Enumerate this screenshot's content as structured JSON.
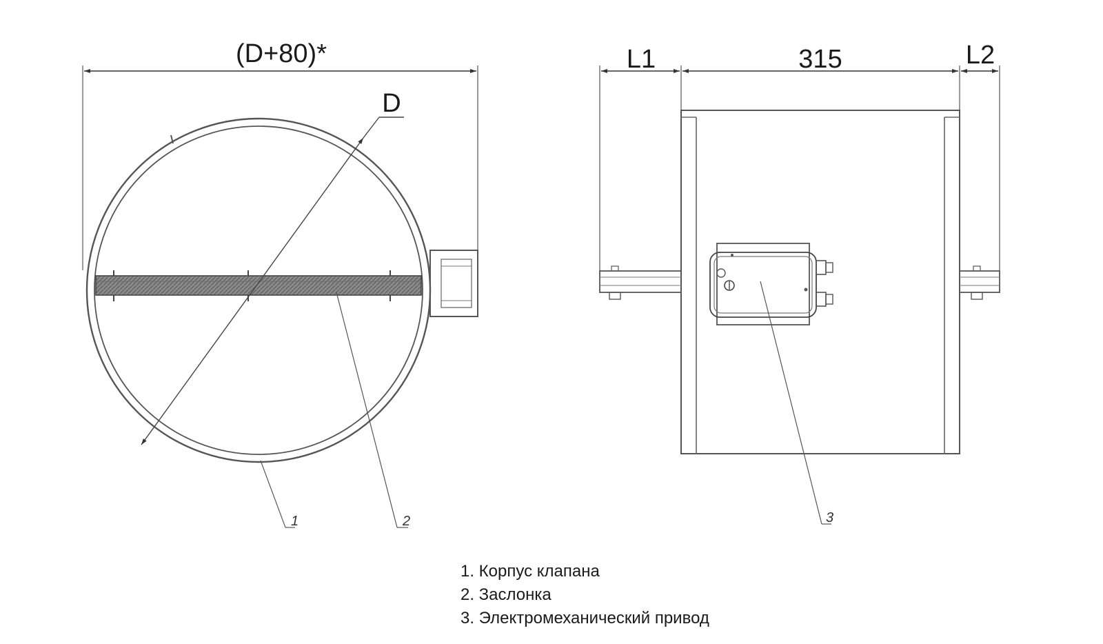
{
  "dimensions": {
    "overall_width": "(D+80)*",
    "diameter": "D",
    "left_length": "L1",
    "body_length": "315",
    "right_length": "L2"
  },
  "callouts": [
    "1",
    "2",
    "3"
  ],
  "legend": [
    "1. Корпус клапана",
    "2. Заслонка",
    "3. Электромеханический привод"
  ]
}
